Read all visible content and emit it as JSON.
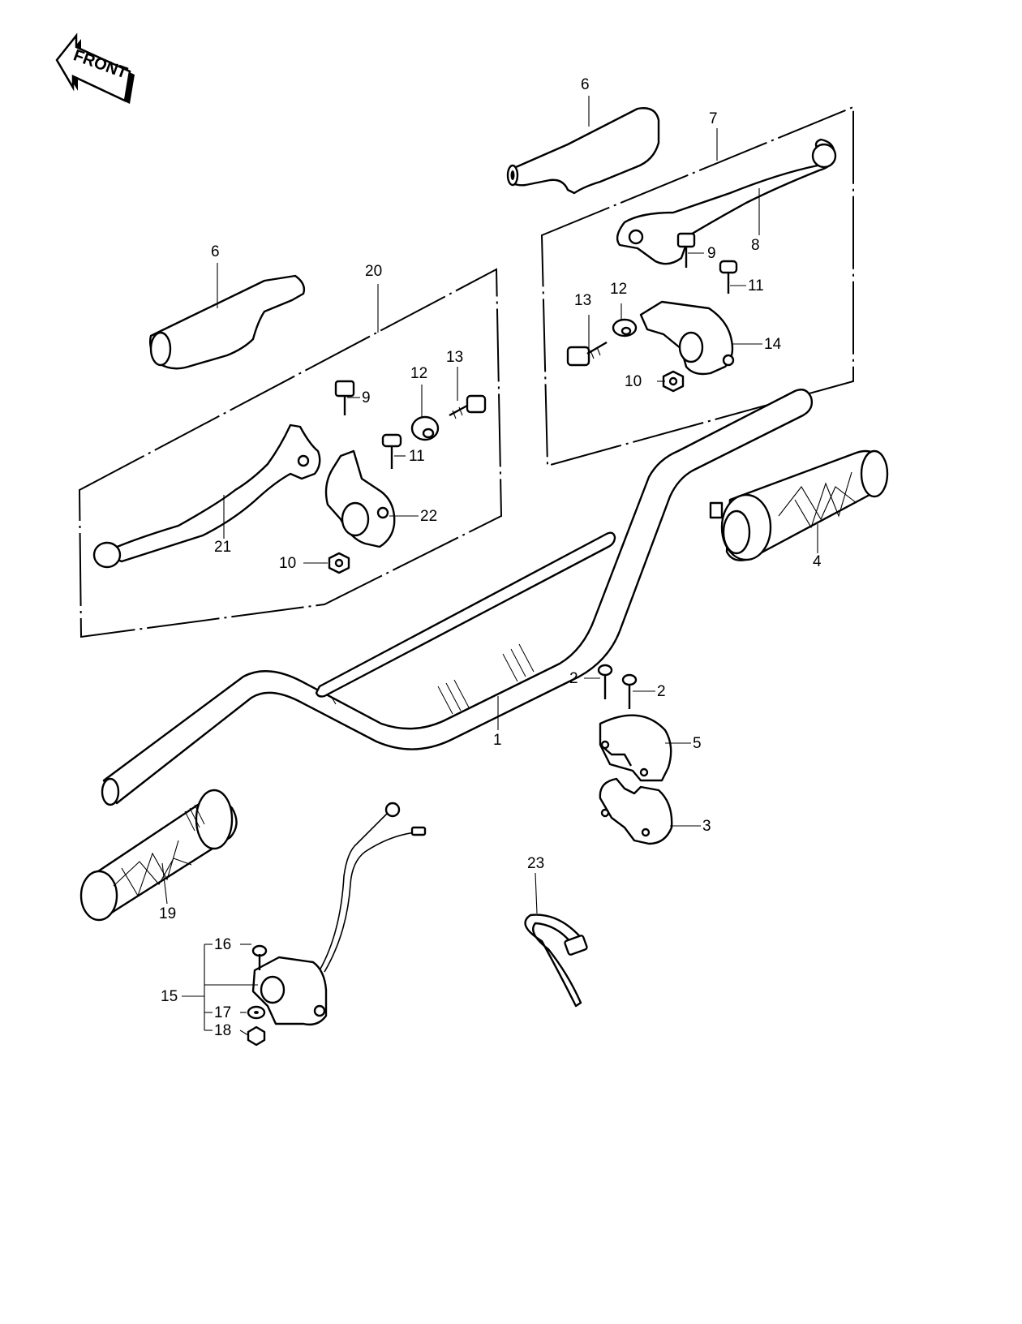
{
  "front_badge": {
    "label": "FRONT"
  },
  "callouts": [
    {
      "id": "c6a",
      "label": "6"
    },
    {
      "id": "c7",
      "label": "7"
    },
    {
      "id": "c8",
      "label": "8"
    },
    {
      "id": "c9a",
      "label": "9"
    },
    {
      "id": "c11a",
      "label": "11"
    },
    {
      "id": "c13a",
      "label": "13"
    },
    {
      "id": "c12a",
      "label": "12"
    },
    {
      "id": "c14",
      "label": "14"
    },
    {
      "id": "c10a",
      "label": "10"
    },
    {
      "id": "c6b",
      "label": "6"
    },
    {
      "id": "c20",
      "label": "20"
    },
    {
      "id": "c9b",
      "label": "9"
    },
    {
      "id": "c12b",
      "label": "12"
    },
    {
      "id": "c13b",
      "label": "13"
    },
    {
      "id": "c11b",
      "label": "11"
    },
    {
      "id": "c22",
      "label": "22"
    },
    {
      "id": "c21",
      "label": "21"
    },
    {
      "id": "c10b",
      "label": "10"
    },
    {
      "id": "c4",
      "label": "4"
    },
    {
      "id": "c1",
      "label": "1"
    },
    {
      "id": "c2a",
      "label": "2"
    },
    {
      "id": "c2b",
      "label": "2"
    },
    {
      "id": "c5",
      "label": "5"
    },
    {
      "id": "c3",
      "label": "3"
    },
    {
      "id": "c23",
      "label": "23"
    },
    {
      "id": "c19",
      "label": "19"
    },
    {
      "id": "c16",
      "label": "16"
    },
    {
      "id": "c15",
      "label": "15"
    },
    {
      "id": "c17",
      "label": "17"
    },
    {
      "id": "c18",
      "label": "18"
    }
  ]
}
